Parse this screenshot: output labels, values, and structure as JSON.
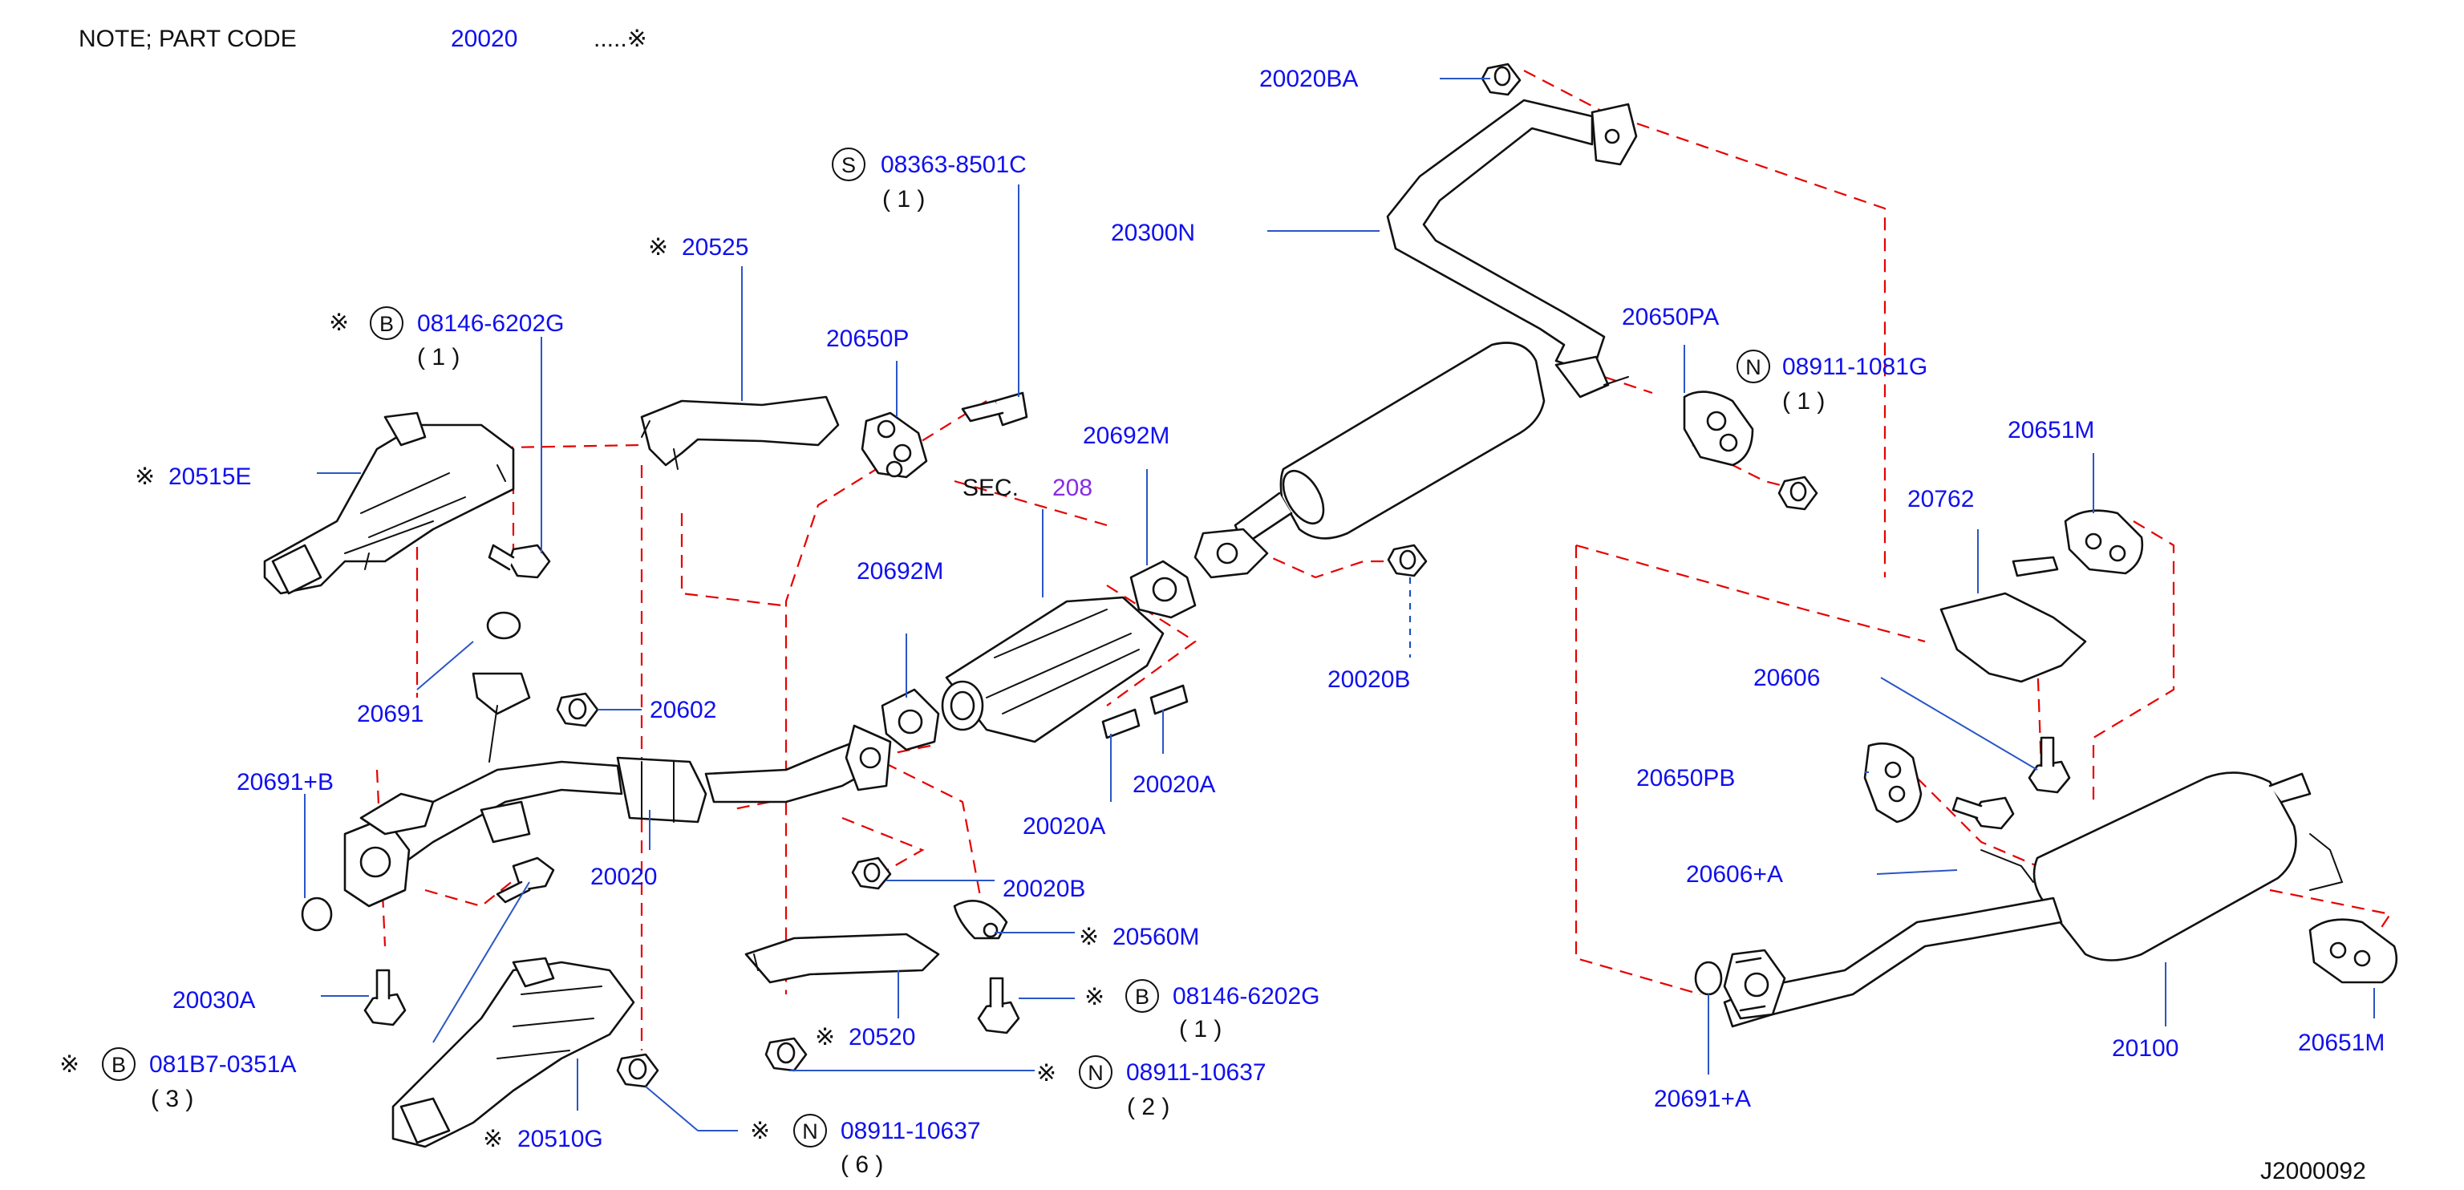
{
  "note": {
    "prefix": "NOTE;   PART   CODE",
    "code": "20020",
    "mark": ".....※"
  },
  "diagram_id": "J2000092",
  "sec": {
    "label": "SEC.",
    "number": "208"
  },
  "callouts": {
    "p20020BA": "20020BA",
    "p08363": "08363-8501C",
    "p08363_qty": "( 1 )",
    "p08363_sym": "S",
    "p20300N": "20300N",
    "p20525": "20525",
    "p20650P": "20650P",
    "p08146a": "08146-6202G",
    "p08146a_qty": "( 1 )",
    "p08146a_sym": "B",
    "p20515E": "20515E",
    "p20692M_a": "20692M",
    "p20692M_b": "20692M",
    "p20650PA": "20650PA",
    "p08911a": "08911-1081G",
    "p08911a_qty": "( 1    )",
    "p08911a_sym": "N",
    "p20651M_a": "20651M",
    "p20762": "20762",
    "p20020B_a": "20020B",
    "p20691": "20691",
    "p20602": "20602",
    "p20606": "20606",
    "p20691B": "20691+B",
    "p20020A_a": "20020A",
    "p20020A_b": "20020A",
    "p20650PB": "20650PB",
    "p20020": "20020",
    "p20606A": "20606+A",
    "p20020B_b": "20020B",
    "p20560M": "20560M",
    "p20030A": "20030A",
    "p08146b": "08146-6202G",
    "p08146b_qty": "( 1 )",
    "p08146b_sym": "B",
    "p081B7": "081B7-0351A",
    "p081B7_qty": "( 3 )",
    "p081B7_sym": "B",
    "p20520": "20520",
    "p08911b": "08911-10637",
    "p08911b_qty": "( 2    )",
    "p08911b_sym": "N",
    "p20100": "20100",
    "p20651M_b": "20651M",
    "p20691A": "20691+A",
    "p20510G": "20510G",
    "p08911c": "08911-10637",
    "p08911c_qty": "( 6    )",
    "p08911c_sym": "N"
  },
  "asterisk": "※"
}
